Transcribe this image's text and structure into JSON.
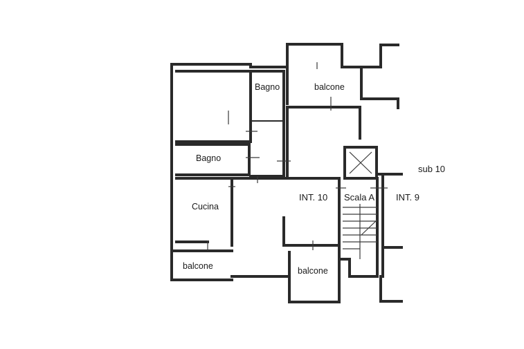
{
  "rooms": {
    "bagno_top": "Bagno",
    "balcone_top": "balcone",
    "bagno_left": "Bagno",
    "cucina": "Cucina",
    "balcone_bottom_left": "balcone",
    "balcone_bottom_center": "balcone"
  },
  "labels": {
    "int_10": "INT. 10",
    "scala_a": "Scala A",
    "int_9": "INT. 9",
    "sub_10": "sub 10"
  }
}
